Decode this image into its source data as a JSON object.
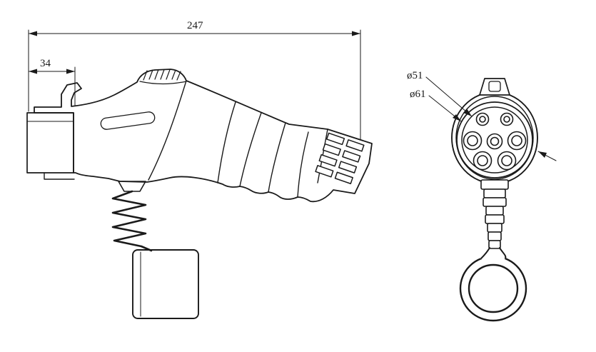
{
  "colors": {
    "line": "#1a1a1a",
    "background": "#ffffff"
  },
  "views": {
    "side": {
      "dim_total_length": "247",
      "dim_front_depth": "34"
    },
    "front": {
      "dim_pin_face_diameter": "ø51",
      "dim_outer_diameter": "ø61"
    }
  }
}
